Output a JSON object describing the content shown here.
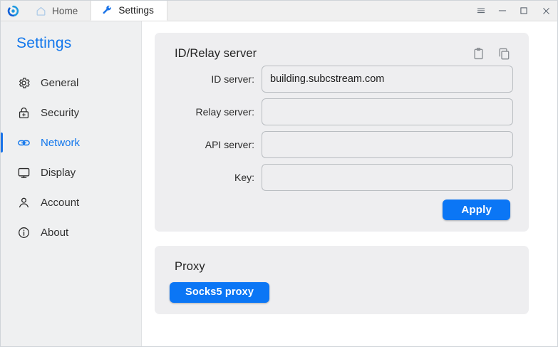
{
  "window": {
    "logo_icon": "rustdesk-logo-icon",
    "controls": [
      {
        "name": "menu-button",
        "icon": "hamburger-menu-icon",
        "glyph": "☰"
      },
      {
        "name": "minimize-button",
        "icon": "minimize-icon",
        "glyph": "–"
      },
      {
        "name": "maximize-button",
        "icon": "maximize-icon",
        "glyph": "☐"
      },
      {
        "name": "close-button",
        "icon": "close-icon",
        "glyph": "✕"
      }
    ]
  },
  "tabs": [
    {
      "label": "Home",
      "icon": "home-icon",
      "active": false
    },
    {
      "label": "Settings",
      "icon": "wrench-icon",
      "active": true
    }
  ],
  "sidebar": {
    "title": "Settings",
    "items": [
      {
        "label": "General",
        "icon": "gear-icon",
        "active": false
      },
      {
        "label": "Security",
        "icon": "lock-icon",
        "active": false
      },
      {
        "label": "Network",
        "icon": "link-icon",
        "active": true
      },
      {
        "label": "Display",
        "icon": "monitor-icon",
        "active": false
      },
      {
        "label": "Account",
        "icon": "person-icon",
        "active": false
      },
      {
        "label": "About",
        "icon": "info-icon",
        "active": false
      }
    ]
  },
  "id_relay_card": {
    "title": "ID/Relay server",
    "actions": [
      {
        "name": "paste-button",
        "icon": "clipboard-icon"
      },
      {
        "name": "copy-button",
        "icon": "copy-icon"
      }
    ],
    "fields": [
      {
        "label": "ID server:",
        "value": "building.subcstream.com",
        "placeholder": ""
      },
      {
        "label": "Relay server:",
        "value": "",
        "placeholder": ""
      },
      {
        "label": "API server:",
        "value": "",
        "placeholder": ""
      },
      {
        "label": "Key:",
        "value": "",
        "placeholder": ""
      }
    ],
    "apply_label": "Apply"
  },
  "proxy_card": {
    "title": "Proxy",
    "button_label": "Socks5 proxy"
  },
  "colors": {
    "accent": "#0b76f5",
    "link_blue": "#1277ec",
    "card_bg": "#eeeef0",
    "sidebar_bg": "#eff0f1"
  }
}
